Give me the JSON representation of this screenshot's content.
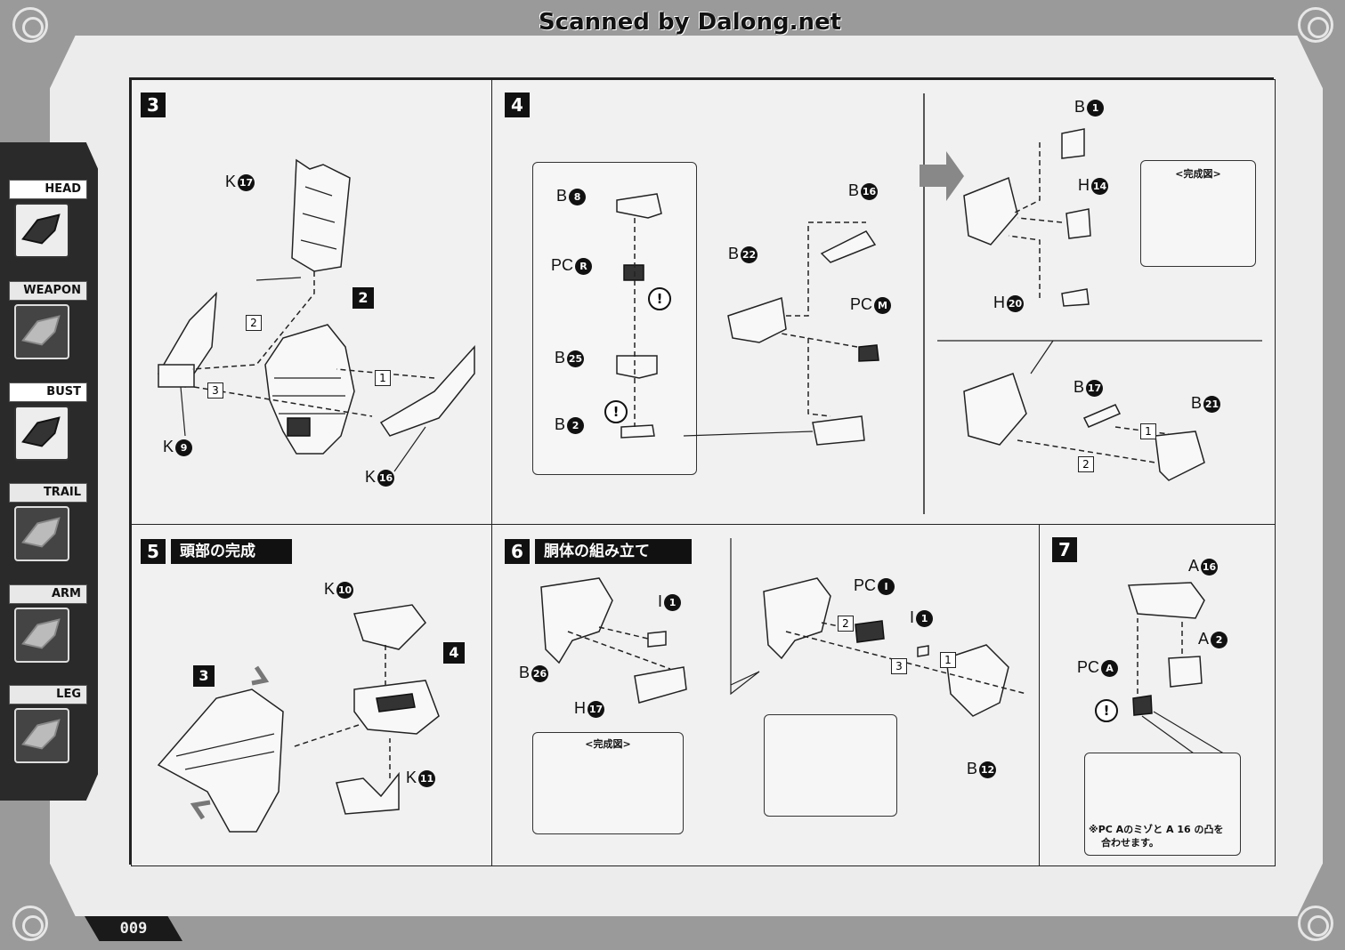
{
  "watermark": "Scanned by Dalong.net",
  "page_number": "009",
  "sidebar": {
    "items": [
      {
        "label": "HEAD",
        "icon": "head-icon",
        "active": true
      },
      {
        "label": "WEAPON",
        "icon": "weapon-icon",
        "active": false
      },
      {
        "label": "BUST",
        "icon": "bust-icon",
        "active": true
      },
      {
        "label": "TRAIL",
        "icon": "tail-icon",
        "active": false
      },
      {
        "label": "ARM",
        "icon": "arm-icon",
        "active": false
      },
      {
        "label": "LEG",
        "icon": "leg-icon",
        "active": false
      }
    ]
  },
  "steps": {
    "s3": {
      "number": "3",
      "parts": {
        "k17": "K",
        "k17n": "17",
        "k9": "K",
        "k9n": "9",
        "k16": "K",
        "k16n": "16"
      },
      "ref": "2",
      "order": [
        "2",
        "3",
        "1"
      ]
    },
    "s4": {
      "number": "4",
      "parts": {
        "b8": "B",
        "b8n": "8",
        "pcr": "PC",
        "pcrn": "R",
        "b25": "B",
        "b25n": "25",
        "b2": "B",
        "b2n": "2",
        "b16": "B",
        "b16n": "16",
        "b22": "B",
        "b22n": "22",
        "pcm": "PC",
        "pcmn": "M",
        "b1": "B",
        "b1n": "1",
        "h14": "H",
        "h14n": "14",
        "h20": "H",
        "h20n": "20",
        "b17": "B",
        "b17n": "17",
        "b21": "B",
        "b21n": "21"
      },
      "inset_title": "<完成図>",
      "order": [
        "1",
        "2"
      ]
    },
    "s5": {
      "number": "5",
      "title": "頭部の完成",
      "parts": {
        "k10": "K",
        "k10n": "10",
        "k11": "K",
        "k11n": "11"
      },
      "ref_a": "3",
      "ref_b": "4"
    },
    "s6": {
      "number": "6",
      "title": "胴体の組み立て",
      "parts": {
        "i1": "I",
        "i1n": "1",
        "b26": "B",
        "b26n": "26",
        "h17": "H",
        "h17n": "17",
        "pci": "PC",
        "pcin": "I",
        "i1b": "I",
        "i1bn": "1",
        "b12": "B",
        "b12n": "12"
      },
      "inset_title": "<完成図>",
      "order": [
        "2",
        "3",
        "1"
      ]
    },
    "s7": {
      "number": "7",
      "parts": {
        "a16": "A",
        "a16n": "16",
        "a2": "A",
        "a2n": "2",
        "pca": "PC",
        "pcan": "A"
      },
      "note_line1": "※PC Aのミゾと A 16 の凸を",
      "note_line2": "合わせます。"
    }
  },
  "warning_symbol": "!"
}
